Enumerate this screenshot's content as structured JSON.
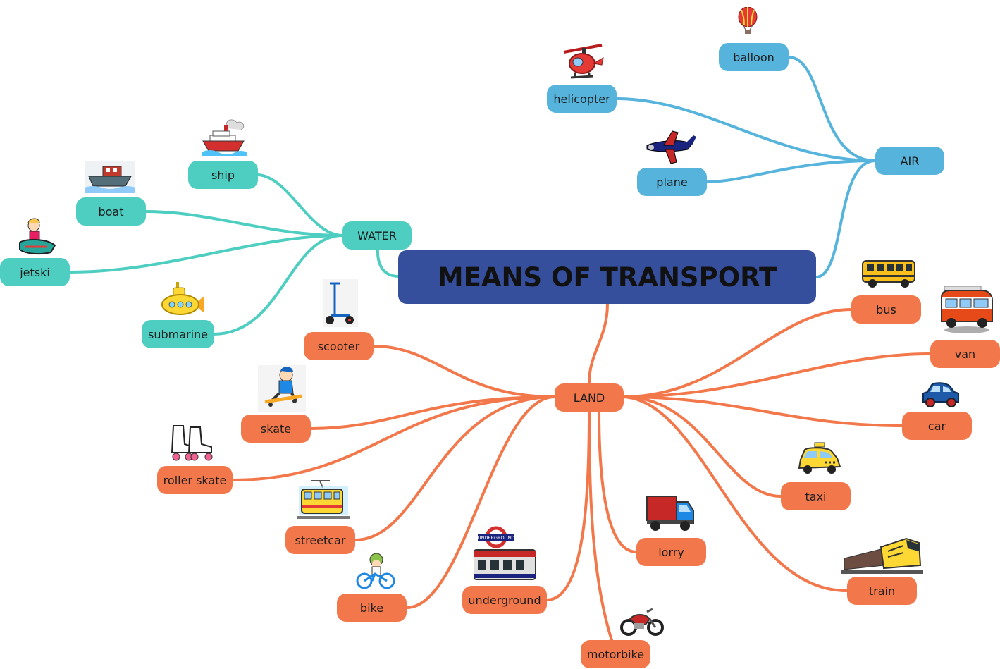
{
  "title": "MEANS OF TRANSPORT",
  "colors": {
    "center": "#364f9d",
    "water": "#4ecdc1",
    "air": "#56b4dc",
    "land": "#f2784b"
  },
  "branches": {
    "water": {
      "label": "WATER",
      "items": [
        "ship",
        "boat",
        "jetski",
        "submarine"
      ]
    },
    "air": {
      "label": "AIR",
      "items": [
        "balloon",
        "helicopter",
        "plane"
      ]
    },
    "land": {
      "label": "LAND",
      "items": [
        "bus",
        "van",
        "car",
        "taxi",
        "train",
        "lorry",
        "motorbike",
        "underground",
        "bike",
        "streetcar",
        "roller skate",
        "skate",
        "scooter"
      ]
    }
  },
  "icons": [
    "ship-icon",
    "boat-icon",
    "jetski-icon",
    "submarine-icon",
    "balloon-icon",
    "helicopter-icon",
    "plane-icon",
    "bus-icon",
    "van-icon",
    "car-icon",
    "taxi-icon",
    "train-icon",
    "lorry-icon",
    "motorbike-icon",
    "underground-icon",
    "bike-icon",
    "streetcar-icon",
    "roller-skate-icon",
    "skate-icon",
    "scooter-icon"
  ],
  "underground_sign": "UNDERGROUND"
}
